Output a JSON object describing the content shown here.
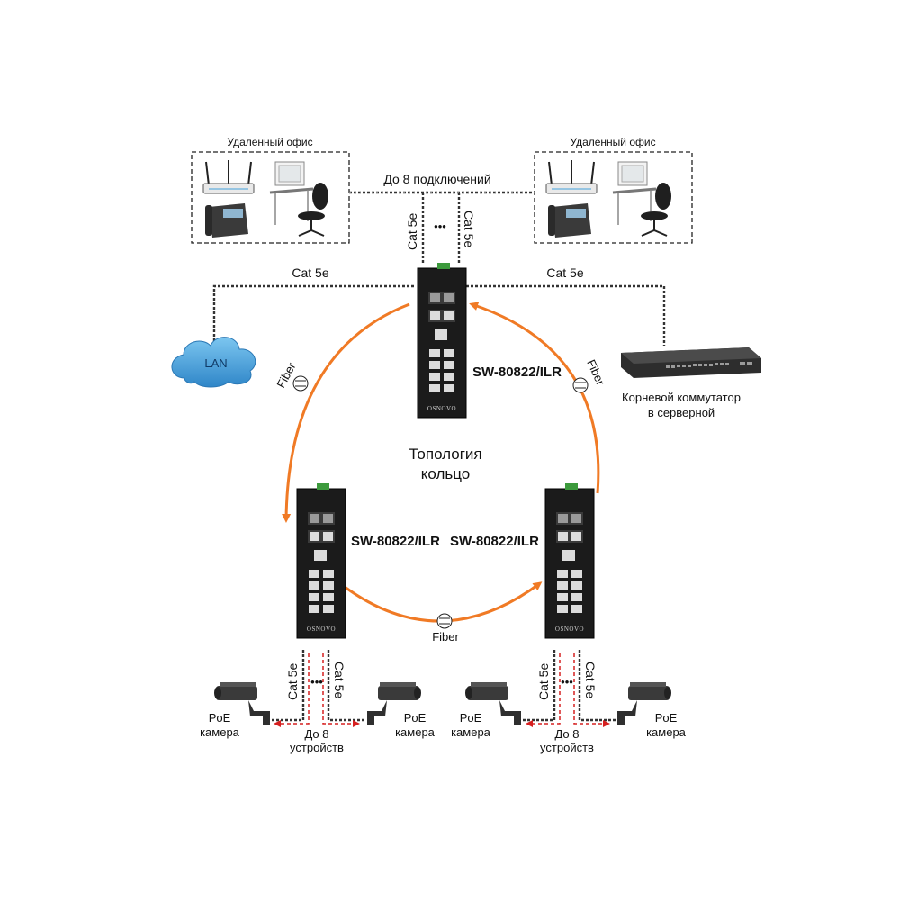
{
  "offices": {
    "left_title": "Удаленный офис",
    "right_title": "Удаленный офис"
  },
  "top_connections_label": "До 8 подключений",
  "cable": "Cat 5e",
  "fiber": "Fiber",
  "lan": "LAN",
  "switch_model": "SW-80822/ILR",
  "switch_logo": "OSNOVO",
  "root_switch": {
    "line1": "Корневой коммутатор",
    "line2": "в серверной"
  },
  "topology": {
    "line1": "Топология",
    "line2": "кольцо"
  },
  "camera": {
    "line1": "PoE",
    "line2": "камера"
  },
  "devices": {
    "line1": "До 8",
    "line2": "устройств"
  },
  "dots": "•••",
  "colors": {
    "fiber": "#f07a25",
    "poe_arrow": "#d62020",
    "cloud": "#4aa3dd",
    "switch_body": "#1b1b1b"
  }
}
